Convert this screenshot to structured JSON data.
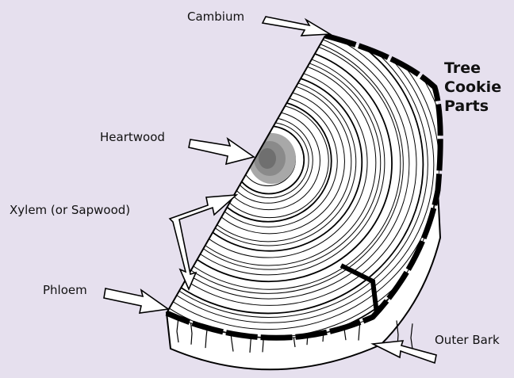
{
  "title": {
    "line1": "Tree",
    "line2": "Cookie",
    "line3": "Parts"
  },
  "labels": {
    "cambium": "Cambium",
    "heartwood": "Heartwood",
    "xylem": "Xylem (or Sapwood)",
    "phloem": "Phloem",
    "outer_bark": "Outer Bark"
  },
  "colors": {
    "background": "#e6e0ee",
    "wood": "#ffffff",
    "heartwood_dark": "#6f6f6f",
    "heartwood_light": "#a8a8a8",
    "bark": "#000000"
  }
}
